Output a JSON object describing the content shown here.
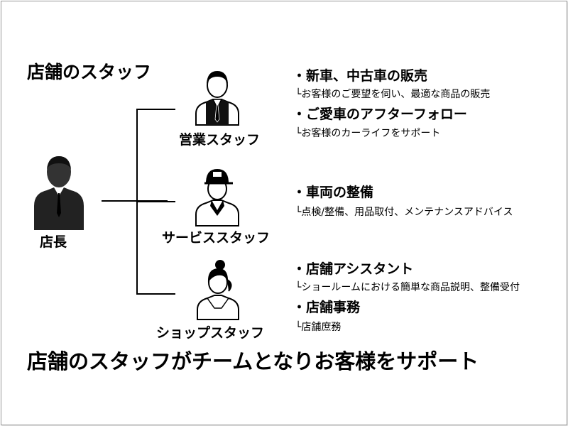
{
  "title": "店舗のスタッフ",
  "manager": {
    "label": "店長",
    "icon": "manager-silhouette-icon"
  },
  "groups": [
    {
      "role": "営業スタッフ",
      "icon": "sales-staff-icon",
      "items": [
        {
          "heading": "・新車、中古車の販売",
          "detail": "└お客様のご要望を伺い、最適な商品の販売"
        },
        {
          "heading": "・ご愛車のアフターフォロー",
          "detail": "└お客様のカーライフをサポート"
        }
      ]
    },
    {
      "role": "サービススタッフ",
      "icon": "service-staff-icon",
      "items": [
        {
          "heading": "・車両の整備",
          "detail": "└点検/整備、用品取付、メンテナンスアドバイス"
        }
      ]
    },
    {
      "role": "ショップスタッフ",
      "icon": "shop-staff-icon",
      "items": [
        {
          "heading": "・店舗アシスタント",
          "detail": "└ショールームにおける簡単な商品説明、整備受付"
        },
        {
          "heading": "・店舗事務",
          "detail": "└店舗庶務"
        }
      ]
    }
  ],
  "footer": "店舗のスタッフがチームとなりお客様をサポート"
}
